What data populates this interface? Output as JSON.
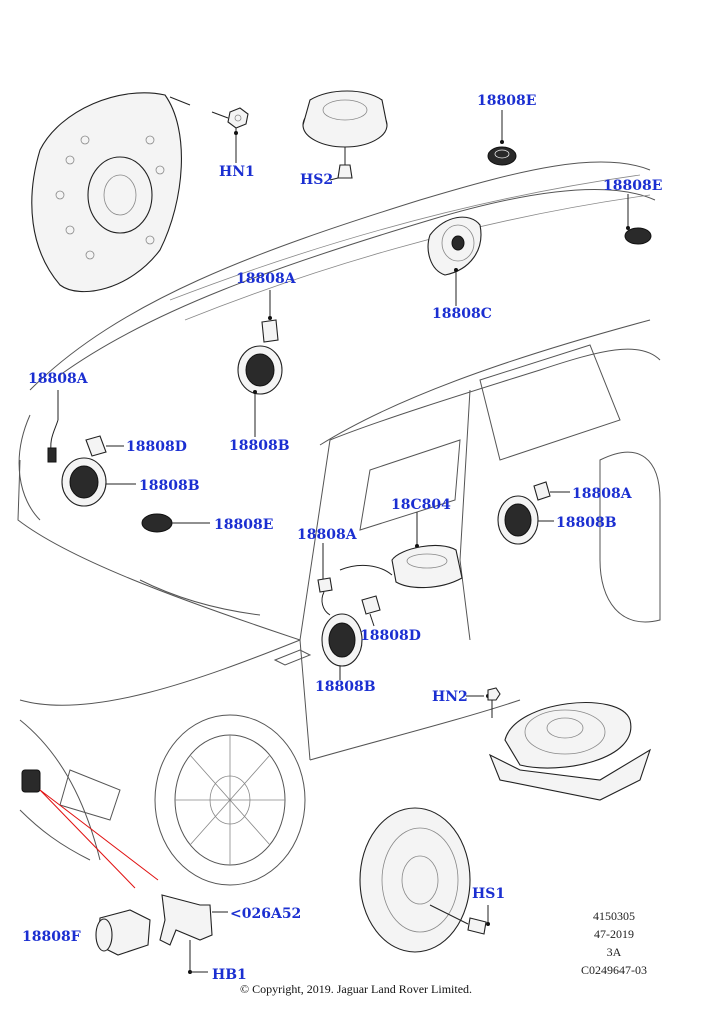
{
  "labels": {
    "hn1": "HN1",
    "hs2": "HS2",
    "e_top": "18808E",
    "e_right": "18808E",
    "a_roof": "18808A",
    "c_roof": "18808C",
    "a_left": "18808A",
    "b_roof": "18808B",
    "d_left": "18808D",
    "b_left": "18808B",
    "e_left": "18808E",
    "a_rdoor": "18808A",
    "b_rdoor": "18808B",
    "c804": "18C804",
    "a_mid": "18808A",
    "d_mid": "18808D",
    "b_mid": "18808B",
    "hn2": "HN2",
    "hs1": "HS1",
    "f_bottom": "18808F",
    "a52": "<026A52",
    "hb1": "HB1"
  },
  "reference": {
    "line1": "4150305",
    "line2": "47-2019",
    "line3": "3A",
    "line4": "C0249647-03"
  },
  "copyright": "© Copyright, 2019. Jaguar Land Rover Limited."
}
